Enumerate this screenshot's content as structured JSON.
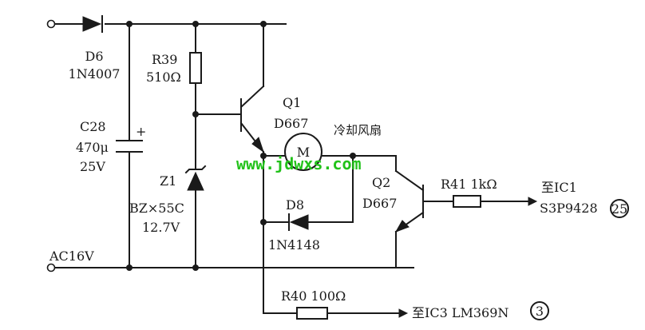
{
  "watermark": "www.jdwxs.com",
  "components": {
    "d6": {
      "ref": "D6",
      "part": "1N4007"
    },
    "r39": {
      "ref": "R39",
      "value": "510Ω"
    },
    "q1": {
      "ref": "Q1",
      "part": "D667"
    },
    "motor": {
      "symbol": "M",
      "label": "冷却风扇"
    },
    "c28": {
      "ref": "C28",
      "value": "470μ",
      "voltage": "25V",
      "polarity": "+"
    },
    "z1": {
      "ref": "Z1",
      "part": "BZ×55C",
      "voltage": "12.7V"
    },
    "d8": {
      "ref": "D8",
      "part": "1N4148"
    },
    "q2": {
      "ref": "Q2",
      "part": "D667"
    },
    "r41": {
      "label": "R41 1kΩ"
    },
    "r40": {
      "label": "R40 100Ω"
    }
  },
  "connections": {
    "ic1": {
      "label": "至IC1",
      "part": "S3P9428",
      "pin": "25"
    },
    "ic3": {
      "label": "至IC3  LM369N",
      "pin": "3"
    }
  },
  "supply": {
    "label": "AC16V"
  }
}
